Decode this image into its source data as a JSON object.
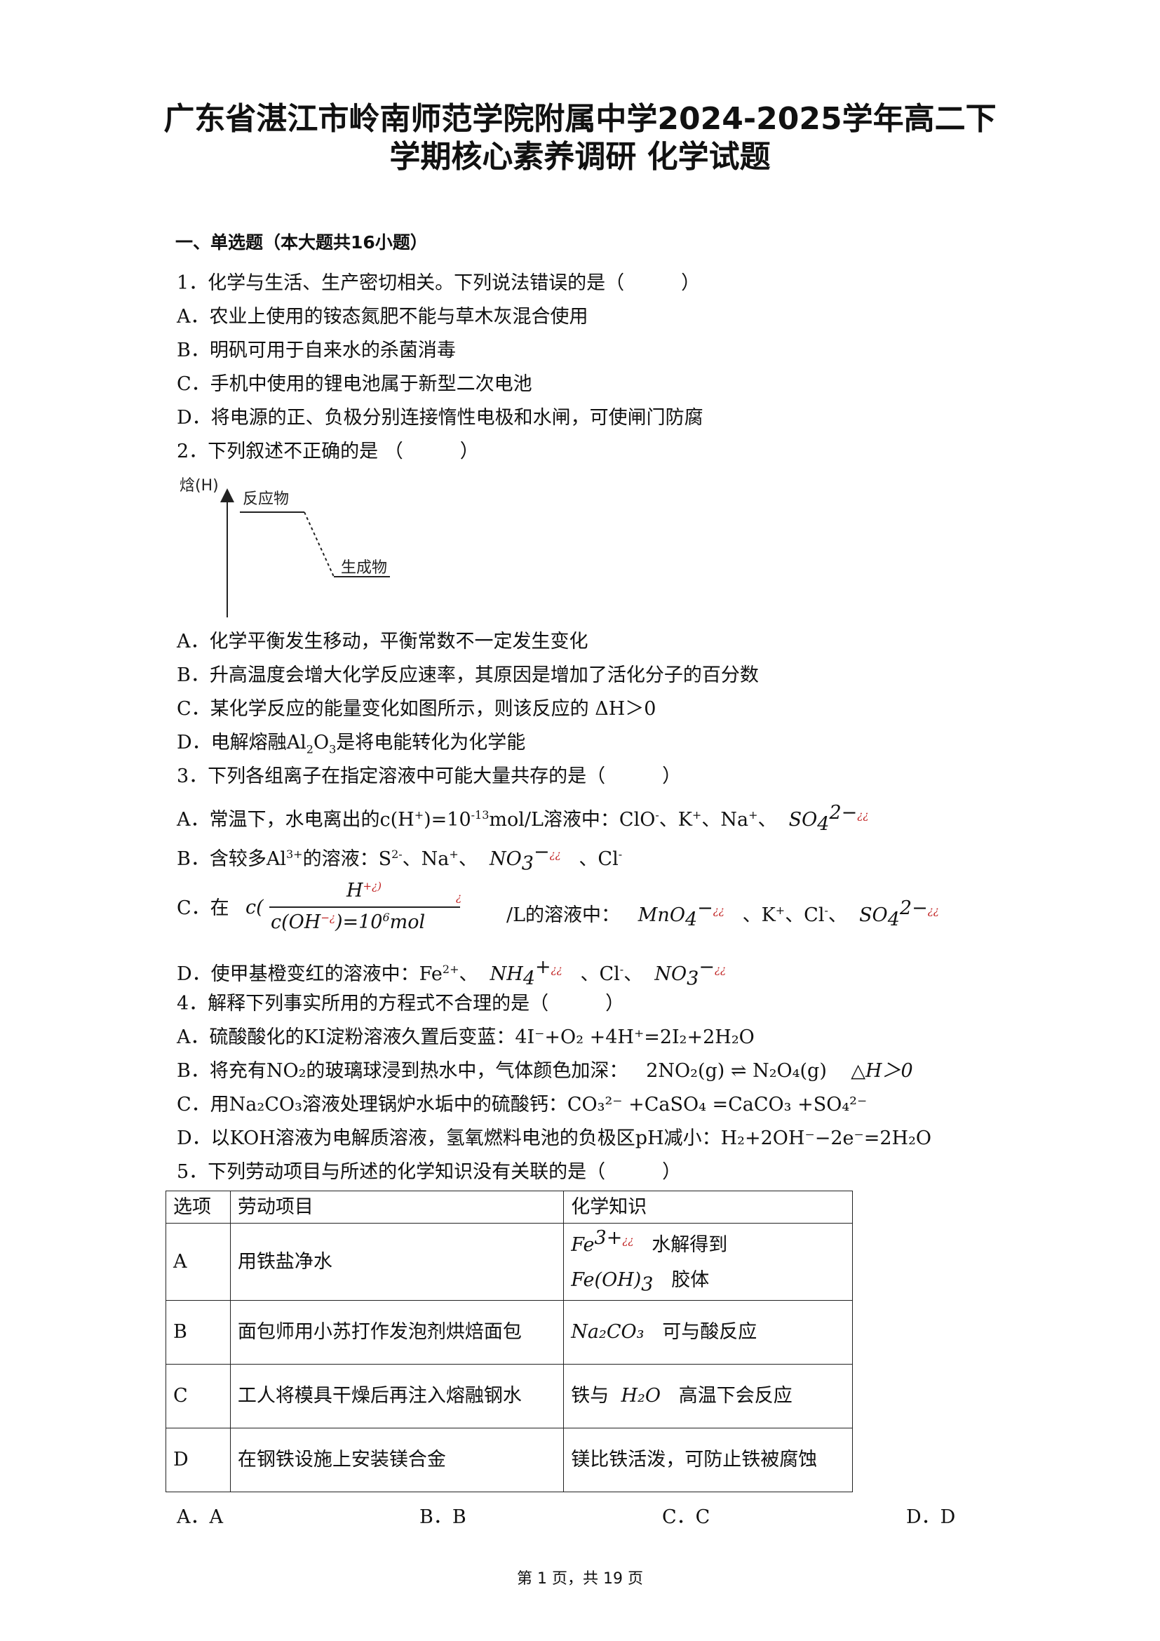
{
  "title": {
    "line1": "广东省湛江市岭南师范学院附属中学2024-2025学年高二下",
    "line2": "学期核心素养调研 化学试题"
  },
  "section": "一、单选题（本大题共16小题）",
  "q1": {
    "stem": "1．化学与生活、生产密切相关。下列说法错误的是（　　　）",
    "a": "A．农业上使用的铵态氮肥不能与草木灰混合使用",
    "b": "B．明矾可用于自来水的杀菌消毒",
    "c": "C．手机中使用的锂电池属于新型二次电池",
    "d": "D．将电源的正、负极分别连接惰性电极和水闸，可使闸门防腐"
  },
  "q2": {
    "stem": "2．下列叙述不正确的是 （　　　）",
    "chart_ylabel": "焓(H)",
    "chart_reactant": "反应物",
    "chart_product": "生成物",
    "a": "A．化学平衡发生移动，平衡常数不一定发生变化",
    "b": "B．升高温度会增大化学反应速率，其原因是增加了活化分子的百分数",
    "c": "C．某化学反应的能量变化如图所示，则该反应的 ΔH＞0",
    "d_pre": "D．电解熔融Al",
    "d_sub1": "2",
    "d_mid": "O",
    "d_sub2": "3",
    "d_post": "是将电能转化为化学能"
  },
  "q3": {
    "stem": "3．下列各组离子在指定溶液中可能大量共存的是（　　　）",
    "a_pre": "A．常温下，水电离出的c(H",
    "a_sup": "+",
    "a_mid": ")=10",
    "a_exp": "-13",
    "a_post": "mol/L溶液中：ClO",
    "a_minus": "-",
    "a_tail": "、K",
    "a_plus1": "+",
    "a_tail2": "、Na",
    "a_plus2": "+",
    "a_tail3": "、",
    "so4": "SO",
    "so4_sub": "4",
    "so4_sup": "2−",
    "garble": "¿¿",
    "b_pre": "B．含较多Al",
    "b_sup": "3+",
    "b_mid": "的溶液：S",
    "b_sup2": "2-",
    "b_mid2": "、Na",
    "b_sup3": "+",
    "b_mid3": "、",
    "no3": "NO",
    "no3_sub": "3",
    "no3_sup": "−",
    "b_tail": "、Cl",
    "b_tail_sup": "-",
    "c_pre": "C．在",
    "c_c": "c(",
    "c_num": "H",
    "c_num_sup": "+¿)",
    "c_den": "c(OH",
    "c_den_sup": "−¿",
    "c_den_post": ")=10",
    "c_den_exp": "6",
    "c_den_unit": "mol",
    "c_q": "¿",
    "c_post": "/L的溶液中：",
    "mno4": "MnO",
    "mno4_sub": "4",
    "mno4_sup": "−",
    "c_tail": "、K",
    "c_tail_sup": "+",
    "c_tail2": "、Cl",
    "c_tail2_sup": "-",
    "c_tail3": "、",
    "d_pre": "D．使甲基橙变红的溶液中：Fe",
    "d_sup": "2+",
    "d_mid": "、",
    "nh4": "NH",
    "nh4_sub": "4",
    "nh4_sup": "+",
    "d_tail": "、Cl",
    "d_tail_sup": "-",
    "d_tail2": "、"
  },
  "q4": {
    "stem": "4．解释下列事实所用的方程式不合理的是（　　　）",
    "a": "A．硫酸酸化的KI淀粉溶液久置后变蓝：4I⁻+O₂ +4H⁺=2I₂+2H₂O",
    "b_pre": "B．将充有NO₂的玻璃球浸到热水中，气体颜色加深：",
    "b_eq": "2NO₂(g) ⇌ N₂O₄(g)",
    "b_dh": "△H＞0",
    "c": "C．用Na₂CO₃溶液处理锅炉水垢中的硫酸钙：CO₃²⁻ +CaSO₄ =CaCO₃ +SO₄²⁻",
    "d": "D．以KOH溶液为电解质溶液，氢氧燃料电池的负极区pH减小：H₂+2OH⁻−2e⁻=2H₂O"
  },
  "q5": {
    "stem": "5．下列劳动项目与所述的化学知识没有关联的是（　　　）",
    "header": [
      "选项",
      "劳动项目",
      "化学知识"
    ],
    "rows": [
      {
        "opt": "A",
        "task": "用铁盐净水",
        "k1_pre": "Fe",
        "k1_sup": "3+",
        "k1_post": "水解得到",
        "k2_pre": "Fe(OH)",
        "k2_sub": "3",
        "k2_post": "胶体"
      },
      {
        "opt": "B",
        "task": "面包师用小苏打作发泡剂烘焙面包",
        "k_pre": "Na₂CO₃",
        "k_post": "可与酸反应"
      },
      {
        "opt": "C",
        "task": "工人将模具干燥后再注入熔融钢水",
        "k_pre": "铁与",
        "k_mid": "H₂O",
        "k_post": "高温下会反应"
      },
      {
        "opt": "D",
        "task": "在钢铁设施上安装镁合金",
        "k": "镁比铁活泼，可防止铁被腐蚀"
      }
    ],
    "choices": [
      "A．A",
      "B．B",
      "C．C",
      "D．D"
    ]
  },
  "footer": "第 1 页，共 19 页"
}
